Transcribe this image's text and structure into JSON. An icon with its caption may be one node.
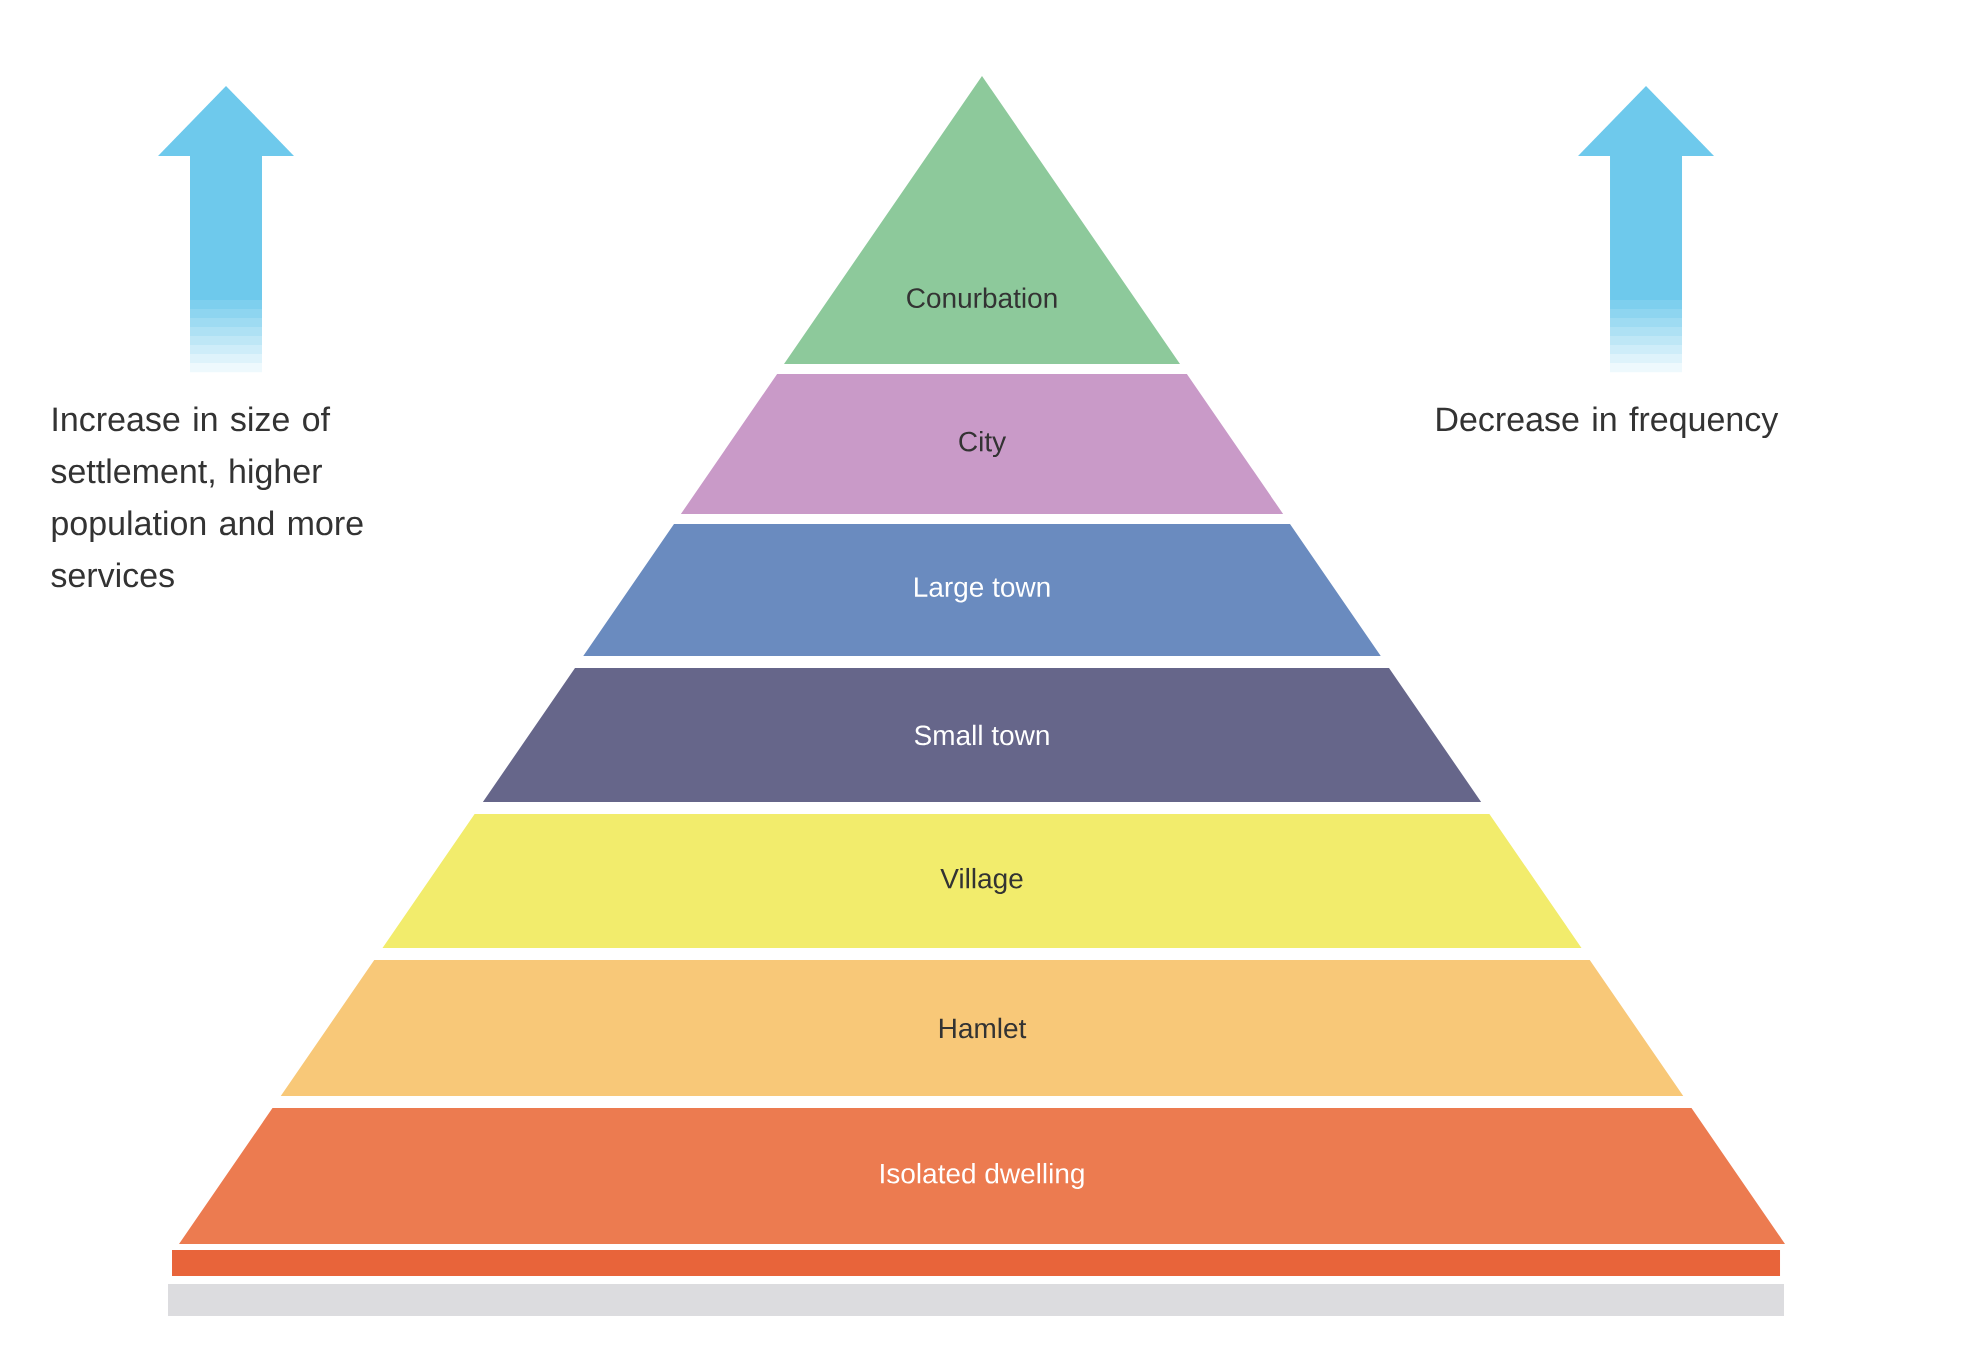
{
  "diagram": {
    "nodes": [
      {
        "text": [
          "Conurbation"
        ]
      },
      {
        "text": [
          "City"
        ]
      },
      {
        "text": [
          "Large town"
        ]
      },
      {
        "text": [
          "Small town"
        ]
      },
      {
        "text": [
          "Village"
        ]
      },
      {
        "text": [
          "Hamlet"
        ]
      },
      {
        "text": [
          "Isolated dwelling"
        ]
      }
    ],
    "labels": [
      "Increase in size of settlement, higher population and more services",
      "Decrease in frequency"
    ]
  }
}
